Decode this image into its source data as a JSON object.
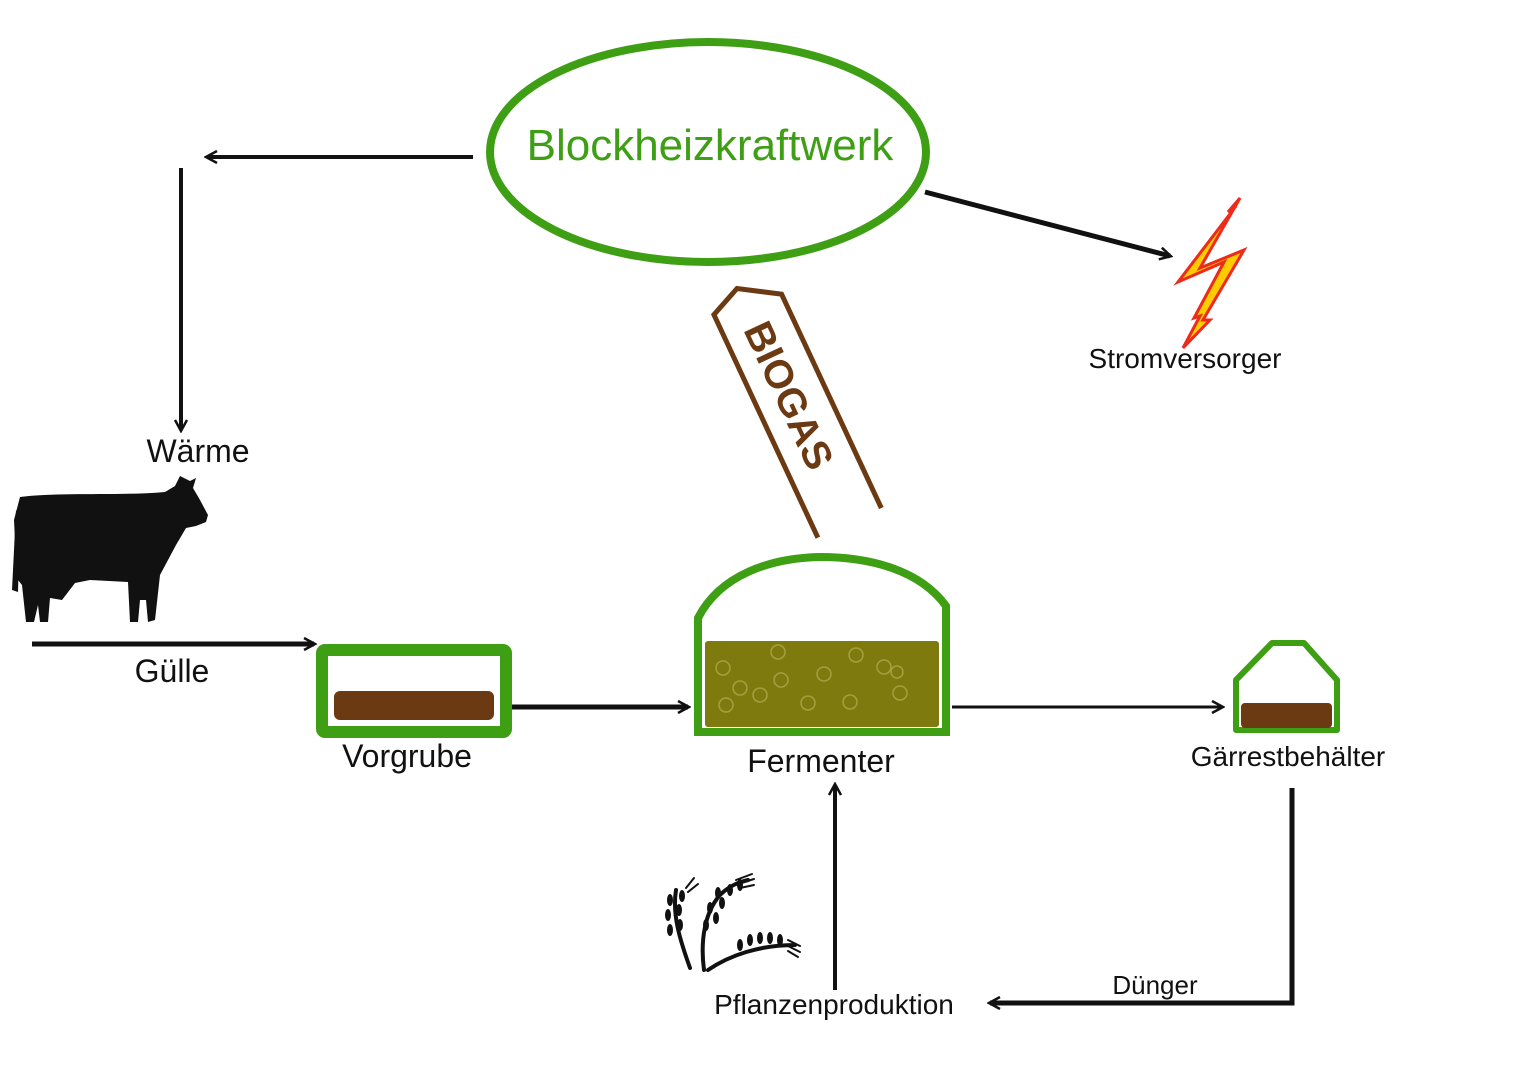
{
  "colors": {
    "green": "#3e9e14",
    "brown": "#6b3a12",
    "olive": "#7f7a0e",
    "bubble": "#a5a040",
    "black": "#111111",
    "bolt_fill": "#ffcc00",
    "bolt_stroke": "#ee2a1a"
  },
  "nodes": {
    "bhkw": {
      "label": "Blockheizkraftwerk",
      "shape": "ellipse"
    },
    "biogas": {
      "label": "BIOGAS",
      "shape": "arrow-tag"
    },
    "strom": {
      "label": "Stromversorger",
      "icon": "lightning-bolt-icon"
    },
    "waerme": {
      "label": "Wärme"
    },
    "guelle": {
      "label": "Gülle",
      "icon": "cow-icon"
    },
    "vorgrube": {
      "label": "Vorgrube",
      "shape": "tank"
    },
    "fermenter": {
      "label": "Fermenter",
      "shape": "domed-tank"
    },
    "gaerrest": {
      "label": "Gärrestbehälter",
      "shape": "roofed-tank"
    },
    "duenger": {
      "label": "Dünger"
    },
    "pflanzen": {
      "label": "Pflanzenproduktion",
      "icon": "wheat-icon"
    }
  },
  "edges": [
    {
      "from": "Blockheizkraftwerk",
      "to": "Wärme"
    },
    {
      "from": "Blockheizkraftwerk",
      "to": "Stromversorger"
    },
    {
      "from": "Fermenter",
      "to": "Blockheizkraftwerk",
      "label": "BIOGAS"
    },
    {
      "from": "Gülle",
      "to": "Vorgrube"
    },
    {
      "from": "Vorgrube",
      "to": "Fermenter"
    },
    {
      "from": "Fermenter",
      "to": "Gärrestbehälter"
    },
    {
      "from": "Gärrestbehälter",
      "to": "Pflanzenproduktion",
      "label": "Dünger"
    },
    {
      "from": "Pflanzenproduktion",
      "to": "Fermenter"
    }
  ]
}
